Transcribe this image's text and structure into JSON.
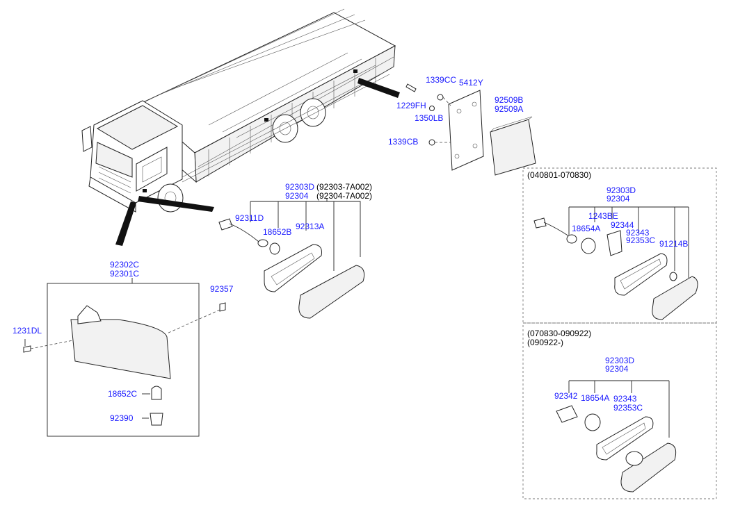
{
  "callouts": {
    "c1229FH": "1229FH",
    "c1339CC": "1339CC",
    "c5412Y": "5412Y",
    "c1350LB": "1350LB",
    "c1339CB": "1339CB",
    "c92509B": "92509B",
    "c92509A": "92509A",
    "c92303D_main": "92303D",
    "c92303_7A002": "(92303-7A002)",
    "c92304_main": "92304",
    "c92304_7A002": "(92304-7A002)",
    "c92311D": "92311D",
    "c18652B": "18652B",
    "c92313A": "92313A",
    "c92302C": "92302C",
    "c92301C": "92301C",
    "c92357": "92357",
    "c1231DL": "1231DL",
    "c18652C": "18652C",
    "c92390": "92390",
    "b1_92303D": "92303D",
    "b1_92304": "92304",
    "b1_1243BE": "1243BE",
    "b1_18654A": "18654A",
    "b1_92344": "92344",
    "b1_92343": "92343",
    "b1_92353C": "92353C",
    "b1_91214B": "91214B",
    "b2_92303D": "92303D",
    "b2_92304": "92304",
    "b2_92342": "92342",
    "b2_18654A": "18654A",
    "b2_92343": "92343",
    "b2_92353C": "92353C"
  },
  "notes": {
    "box1_period": "(040801-070830)",
    "box2_period1": "(070830-090922)",
    "box2_period2": "(090922-)"
  }
}
